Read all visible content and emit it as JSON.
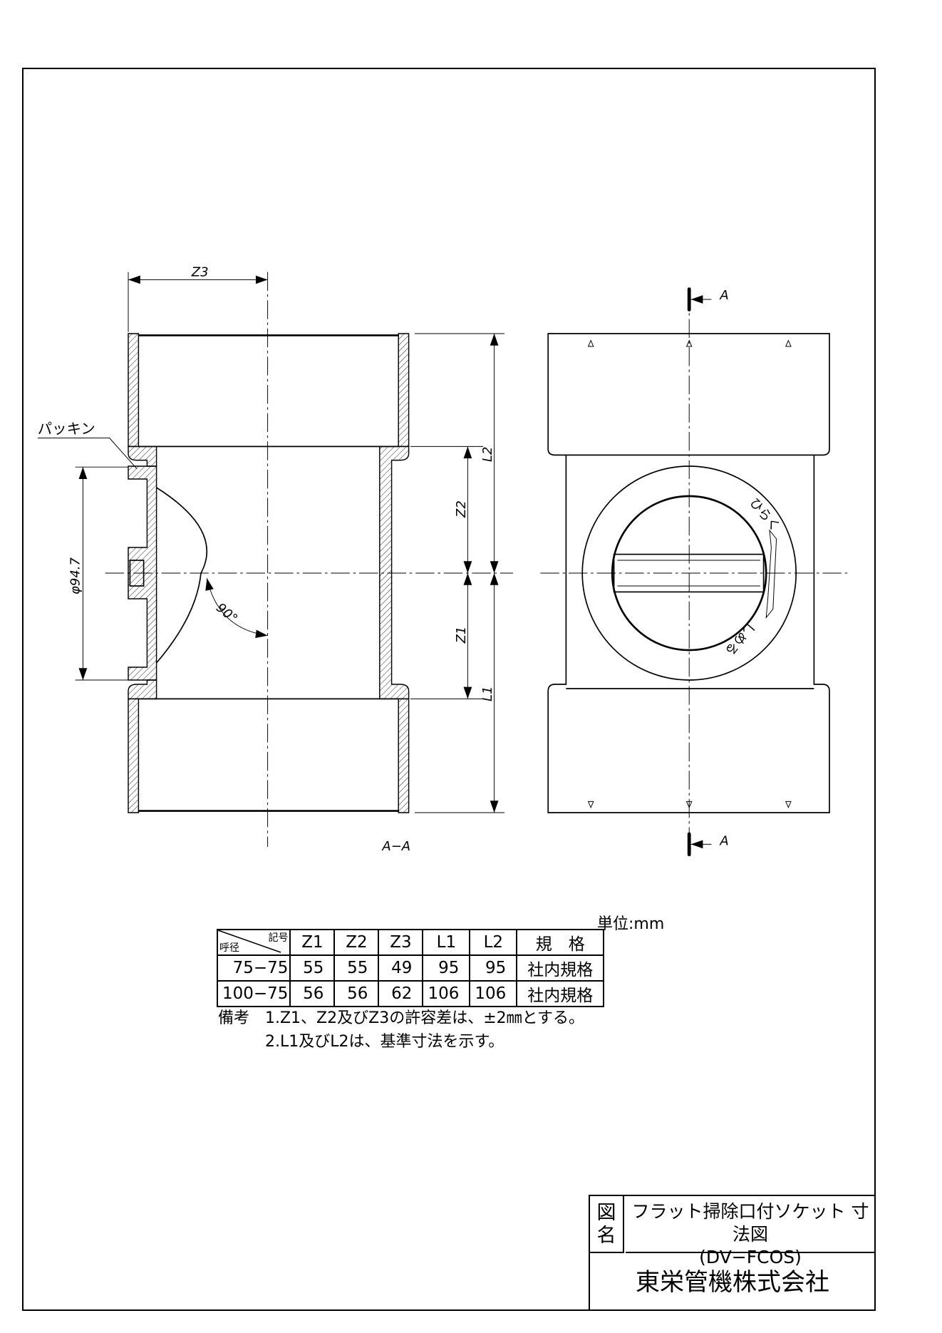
{
  "drawing": {
    "labels": {
      "z3": "Z3",
      "l2": "L2",
      "l1": "L1",
      "z2": "Z2",
      "z1": "Z1",
      "diameter": "φ94.7",
      "angle": "90°",
      "packing": "パッキン",
      "section": "A−A",
      "section_mark": "A",
      "open": "ひらく",
      "close": "しめる"
    }
  },
  "table": {
    "unit": "単位:mm",
    "corner_top": "記号",
    "corner_bottom": "呼径",
    "headers": [
      "Z1",
      "Z2",
      "Z3",
      "L1",
      "L2",
      "規　格"
    ],
    "rows": [
      {
        "size": "75−75",
        "values": [
          "55",
          "55",
          "49",
          "95",
          "95"
        ],
        "standard": "社内規格"
      },
      {
        "size": "100−75",
        "values": [
          "56",
          "56",
          "62",
          "106",
          "106"
        ],
        "standard": "社内規格"
      }
    ]
  },
  "notes": {
    "label": "備考",
    "items": [
      "1.Z1、Z2及びZ3の許容差は、±2㎜とする。",
      "2.L1及びL2は、基準寸法を示す。"
    ]
  },
  "title_block": {
    "label": "図\n名",
    "title": "フラット掃除口付ソケット 寸法図",
    "model": "(DV−FCOS)",
    "company": "東栄管機株式会社"
  }
}
